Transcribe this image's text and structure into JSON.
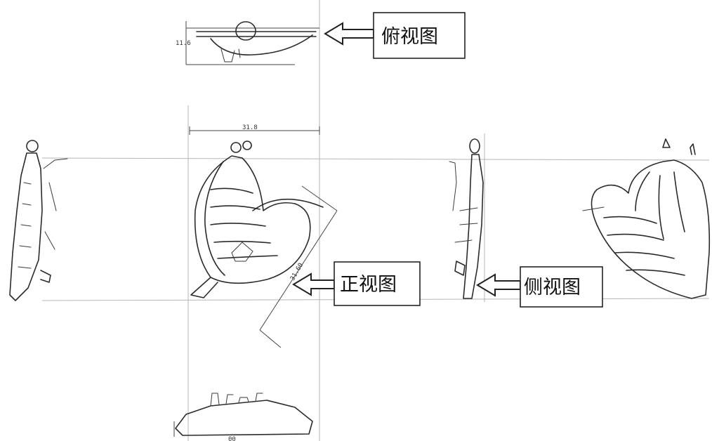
{
  "labels": {
    "top_view": "俯视图",
    "front_view": "正视图",
    "side_view": "侧视图"
  },
  "dimensions": {
    "top_view_height": "11.6",
    "front_width": "31.8",
    "front_diagonal": "31.60",
    "bottom_mark": "00"
  },
  "colors": {
    "ink": "#2b2b2b",
    "guide": "#b5b5b5",
    "callout_border": "#222222",
    "background": "#ffffff"
  },
  "icons": {
    "callout_arrow": "hollow-left-arrow-icon"
  }
}
